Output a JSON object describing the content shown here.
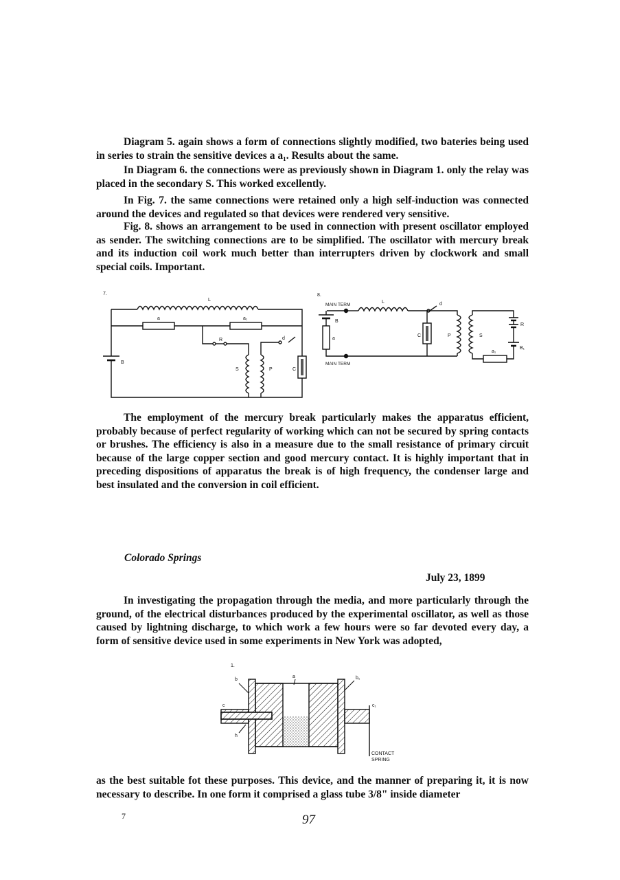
{
  "paragraphs": {
    "p1": "Diagram 5. again shows a form of connections slightly modified, two bateries being used in series to strain the sensitive devices a a₁. Results about the same.",
    "p2": "In Diagram 6. the connections were as previously shown in Diagram 1. only the relay was placed in the secondary S. This worked excellently.",
    "p3": "In Fig. 7. the same connections were retained only a high self-induction was connected around the devices and regulated so that devices were rendered very sensitive.",
    "p4": "Fig. 8. shows an arrangement to be used in connection with present oscillator employed as sender. The switching connections are to be simplified. The oscillator with mercury break and its induction coil work much better than interrupters driven by clockwork and small special coils. Important.",
    "p5": "The employment of the mercury break particularly makes the apparatus efficient, probably because of perfect regularity of working which can not be secured by spring contacts or brushes. The efficiency is also in a measure due to the small resistance of primary circuit because of the large copper section and good mercury contact. It is highly important that in preceding dispositions of apparatus the break is of high frequency, the condenser large and best insulated and the conversion in coil efficient.",
    "p6": "In investigating the propagation through the media, and more particularly through the ground, of the electrical disturbances produced by the experimental oscillator, as well as those caused by lightning discharge, to which work a few hours were so far devoted every day, a form of sensitive device used in some experiments in New York was adopted,",
    "p7": "as the best suitable fot these purposes. This device, and the manner of preparing it, it is now necessary to describe. In one form it comprised a glass tube 3/8\" inside diameter"
  },
  "location": "Colorado Springs",
  "date": "July 23, 1899",
  "page_number": "97",
  "footer_mark": "7",
  "fig7": {
    "number": "7.",
    "labels": {
      "L": "L",
      "a": "a",
      "a1": "a₁",
      "R": "R",
      "d": "d",
      "B": "B",
      "S": "S",
      "P": "P",
      "C": "C"
    }
  },
  "fig8": {
    "number": "8.",
    "labels": {
      "main_term_top": "MAIN TERM",
      "main_term_bottom": "MAIN TERM",
      "L": "L",
      "d": "d",
      "B": "B",
      "a": "a",
      "C": "C",
      "P": "P",
      "S": "S",
      "R": "R",
      "B1": "B₁",
      "a1": "a₁"
    }
  },
  "fig1": {
    "number": "1.",
    "labels": {
      "b": "b",
      "a": "a",
      "b1": "b₁",
      "c": "c",
      "c1": "c₁",
      "h": "h",
      "contact": "CONTACT",
      "spring": "SPRING"
    }
  }
}
